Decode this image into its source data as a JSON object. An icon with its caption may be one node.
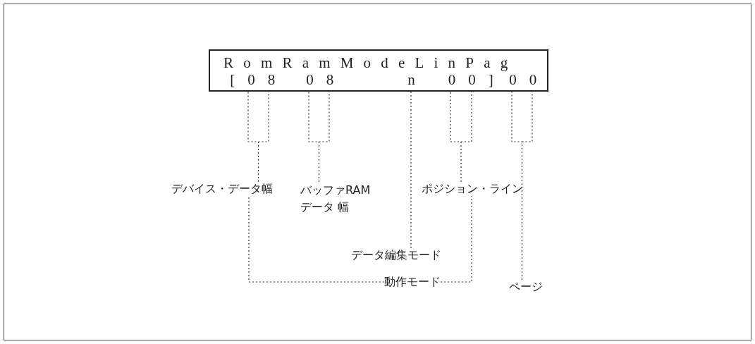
{
  "diagram": {
    "nodes": [
      {
        "text": [
          "RomRamModeLinPag",
          "[08",
          "08",
          "n",
          "00]",
          "00"
        ]
      },
      {
        "text": [
          "デバイス・データ幅"
        ]
      },
      {
        "text": [
          "バッファRAM データ 幅"
        ]
      },
      {
        "text": [
          "ポジション・ライン"
        ]
      },
      {
        "text": [
          "データ編集モード"
        ]
      },
      {
        "text": [
          "動作モード"
        ]
      },
      {
        "text": [
          "ページ"
        ]
      }
    ],
    "edges": [
      {
        "from": 1,
        "to": 0,
        "arrow": "none",
        "style": "dashed"
      },
      {
        "from": 2,
        "to": 0,
        "arrow": "none",
        "style": "dashed"
      },
      {
        "from": 4,
        "to": 0,
        "arrow": "none",
        "style": "dashed"
      },
      {
        "from": 3,
        "to": 0,
        "arrow": "none",
        "style": "dashed"
      },
      {
        "from": 6,
        "to": 0,
        "arrow": "none",
        "style": "dashed"
      },
      {
        "from": 5,
        "to": 1,
        "arrow": "none",
        "style": "dashed"
      },
      {
        "from": 5,
        "to": 3,
        "arrow": "none",
        "style": "dashed"
      }
    ]
  }
}
